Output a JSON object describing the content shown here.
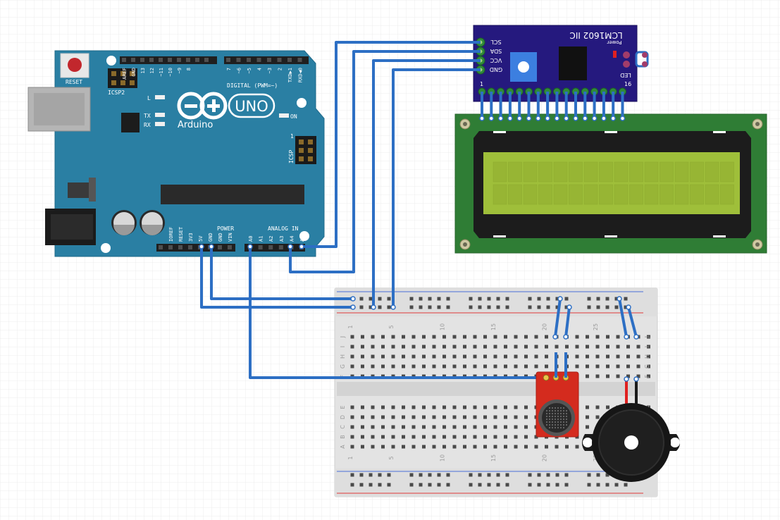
{
  "arduino": {
    "brand": "Arduino",
    "model": "UNO",
    "reset_label": "RESET",
    "icsp2_label": "ICSP2",
    "icsp_label": "ICSP",
    "icsp_pin1": "1",
    "digital_label": "DIGITAL (PWM=~)",
    "power_label": "POWER",
    "analog_label": "ANALOG IN",
    "on_label": "ON",
    "l_label": "L",
    "tx_label": "TX",
    "rx_label": "RX",
    "digital_pins": [
      "AREF",
      "GND",
      "13",
      "12",
      "~11",
      "~10",
      "~9",
      "8",
      "7",
      "~6",
      "~5",
      "4",
      "~3",
      "2",
      "TXD▶1",
      "RXD◀0"
    ],
    "power_pins": [
      "IOREF",
      "RESET",
      "3V3",
      "5V",
      "GND",
      "GND",
      "VIN"
    ],
    "analog_pins": [
      "A0",
      "A1",
      "A2",
      "A3",
      "A4",
      "A5"
    ]
  },
  "i2c_module": {
    "title": "LCM1602 IIC",
    "power_label": "Power",
    "led_label": "LED",
    "pins": [
      "SCL",
      "SDA",
      "VCC",
      "GND"
    ],
    "pin_first": "1",
    "pin_last": "16"
  },
  "breadboard": {
    "column_numbers": [
      "1",
      "5",
      "10",
      "15",
      "20",
      "25"
    ],
    "row_letters_top": [
      "J",
      "I",
      "H",
      "G",
      "F"
    ],
    "row_letters_bottom": [
      "E",
      "D",
      "C",
      "B",
      "A"
    ]
  },
  "colors": {
    "board": "#2a7fa3",
    "wire": "#2d6fc4",
    "lcd_screen": "#9fbf3a",
    "lcd_pcb": "#2f7d35",
    "i2c_board": "#25197e",
    "mic_board": "#d42b1e",
    "red_wire": "#e02020"
  }
}
